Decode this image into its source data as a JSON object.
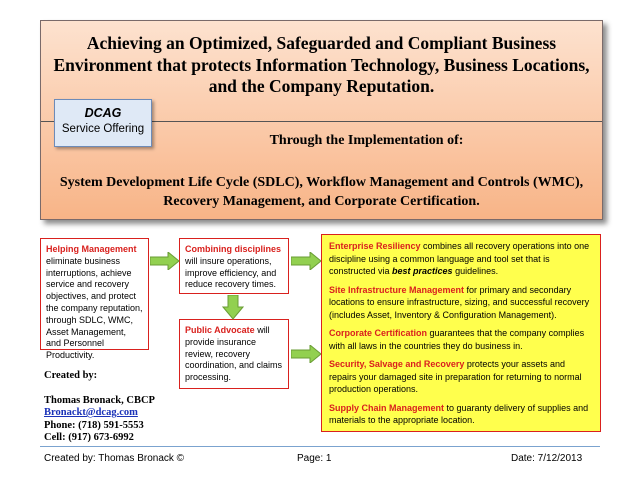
{
  "header": {
    "title": "Achieving  an Optimized, Safeguarded and Compliant Business Environment that protects Information Technology, Business Locations, and the Company Reputation.",
    "dcag_name": "DCAG",
    "dcag_subtitle": "Service Offering",
    "through": "Through the Implementation of:",
    "system": "System Development Life Cycle (SDLC), Workflow Management and Controls (WMC), Recovery Management, and Corporate Certification."
  },
  "helping": {
    "heading": "Helping Management",
    "text": "eliminate business interruptions, achieve service and recovery objectives, and protect the company reputation, through SDLC, WMC, Asset Management, and Personnel Productivity."
  },
  "combining": {
    "heading": "Combining disciplines",
    "text": "will insure operations, improve efficiency, and reduce recovery times."
  },
  "public": {
    "heading": "Public Advocate",
    "text": " will provide insurance review, recovery coordination, and claims processing."
  },
  "yellow": {
    "items": [
      {
        "heading": "Enterprise Resiliency",
        "text": " combines all recovery operations into one discipline using a common language and tool set that is constructed via ",
        "emph": "best practices",
        "tail": " guidelines."
      },
      {
        "heading": "Site Infrastructure Management",
        "text": " for primary and secondary locations to ensure infrastructure, sizing, and successful recovery (includes Asset, Inventory & Configuration Management).",
        "emph": "",
        "tail": ""
      },
      {
        "heading": "Corporate Certification",
        "text": " guarantees that the company complies with all laws in the countries they do business in.",
        "emph": "",
        "tail": ""
      },
      {
        "heading": "Security, Salvage and Recovery",
        "text": " protects your assets and repairs your damaged site in preparation for returning to normal production operations.",
        "emph": "",
        "tail": ""
      },
      {
        "heading": "Supply Chain Management",
        "text": " to guaranty delivery of supplies and materials to the appropriate location.",
        "emph": "",
        "tail": ""
      }
    ]
  },
  "created": {
    "label": "Created by:",
    "name": "Thomas Bronack, CBCP",
    "email": "Bronackt@dcag.com",
    "phone": "Phone:  (718) 591-5553",
    "cell": "Cell:  (917) 673-6992"
  },
  "footer": {
    "created": "Created by:  Thomas Bronack ©",
    "page": "Page:  1",
    "date": "Date:  7/12/2013"
  },
  "colors": {
    "accent_red": "#d9211e",
    "header_fill": "#f8b487",
    "yellow_fill": "#ffff4d",
    "arrow_green": "#92d050"
  }
}
